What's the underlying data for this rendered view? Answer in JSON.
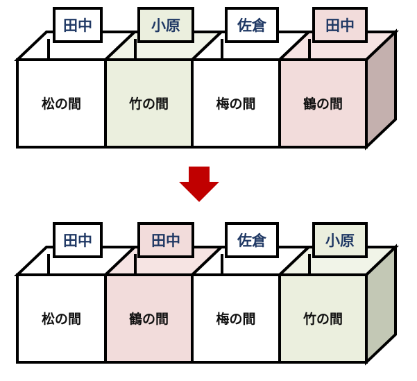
{
  "colors": {
    "white": "#ffffff",
    "green": "#ebefde",
    "green_top": "#f1f4e8",
    "green_side": "#c3c8b5",
    "pink": "#f2dcdb",
    "pink_top": "#f6e4e3",
    "pink_side": "#c4b0ae",
    "label_text": "#1f3864",
    "arrow": "#c00000"
  },
  "diagrams": [
    {
      "name": "before",
      "rooms": [
        {
          "room": "松の間",
          "person": "田中",
          "fill": "white"
        },
        {
          "room": "竹の間",
          "person": "小原",
          "fill": "green"
        },
        {
          "room": "梅の間",
          "person": "佐倉",
          "fill": "white"
        },
        {
          "room": "鶴の間",
          "person": "田中",
          "fill": "pink"
        }
      ]
    },
    {
      "name": "after",
      "rooms": [
        {
          "room": "松の間",
          "person": "田中",
          "fill": "white"
        },
        {
          "room": "鶴の間",
          "person": "田中",
          "fill": "pink"
        },
        {
          "room": "梅の間",
          "person": "佐倉",
          "fill": "white"
        },
        {
          "room": "竹の間",
          "person": "小原",
          "fill": "green"
        }
      ]
    }
  ],
  "arrow_icon": "down-arrow"
}
